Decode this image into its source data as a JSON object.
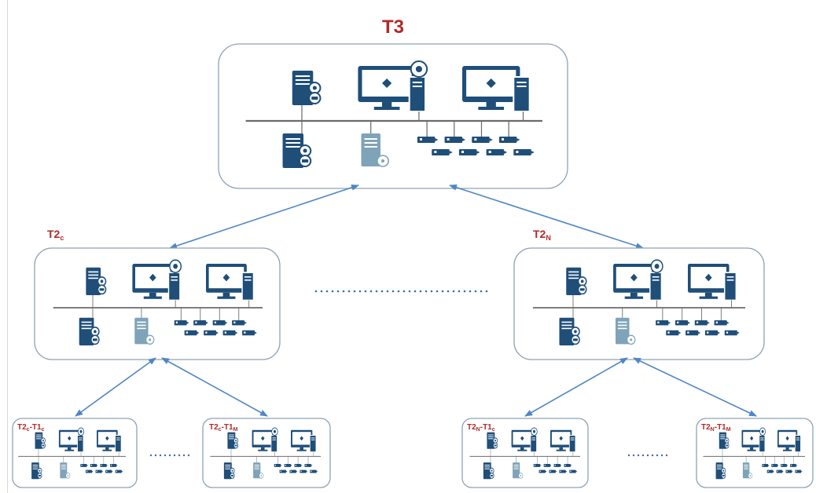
{
  "labels": {
    "top": "T3",
    "left_tier2": "T2",
    "left_tier2_sub": "c",
    "right_tier2": "T2",
    "right_tier2_sub": "N",
    "ll": "T2",
    "ll_a": "c",
    "ll_b": "-T1",
    "ll_c": "c",
    "lr": "T2",
    "lr_a": "c",
    "lr_b": "-T1",
    "lr_c": "M",
    "rl": "T2",
    "rl_a": "N",
    "rl_b": "-T1",
    "rl_c": "c",
    "rr": "T2",
    "rr_a": "N",
    "rr_b": "-T1",
    "rr_c": "M"
  },
  "colors": {
    "accent_blue": "#4f86c6",
    "server_dark": "#1f4e79",
    "server_grey": "#7fa3b8",
    "label_red": "#b02a2a",
    "box_stroke": "#8fa3b5"
  }
}
